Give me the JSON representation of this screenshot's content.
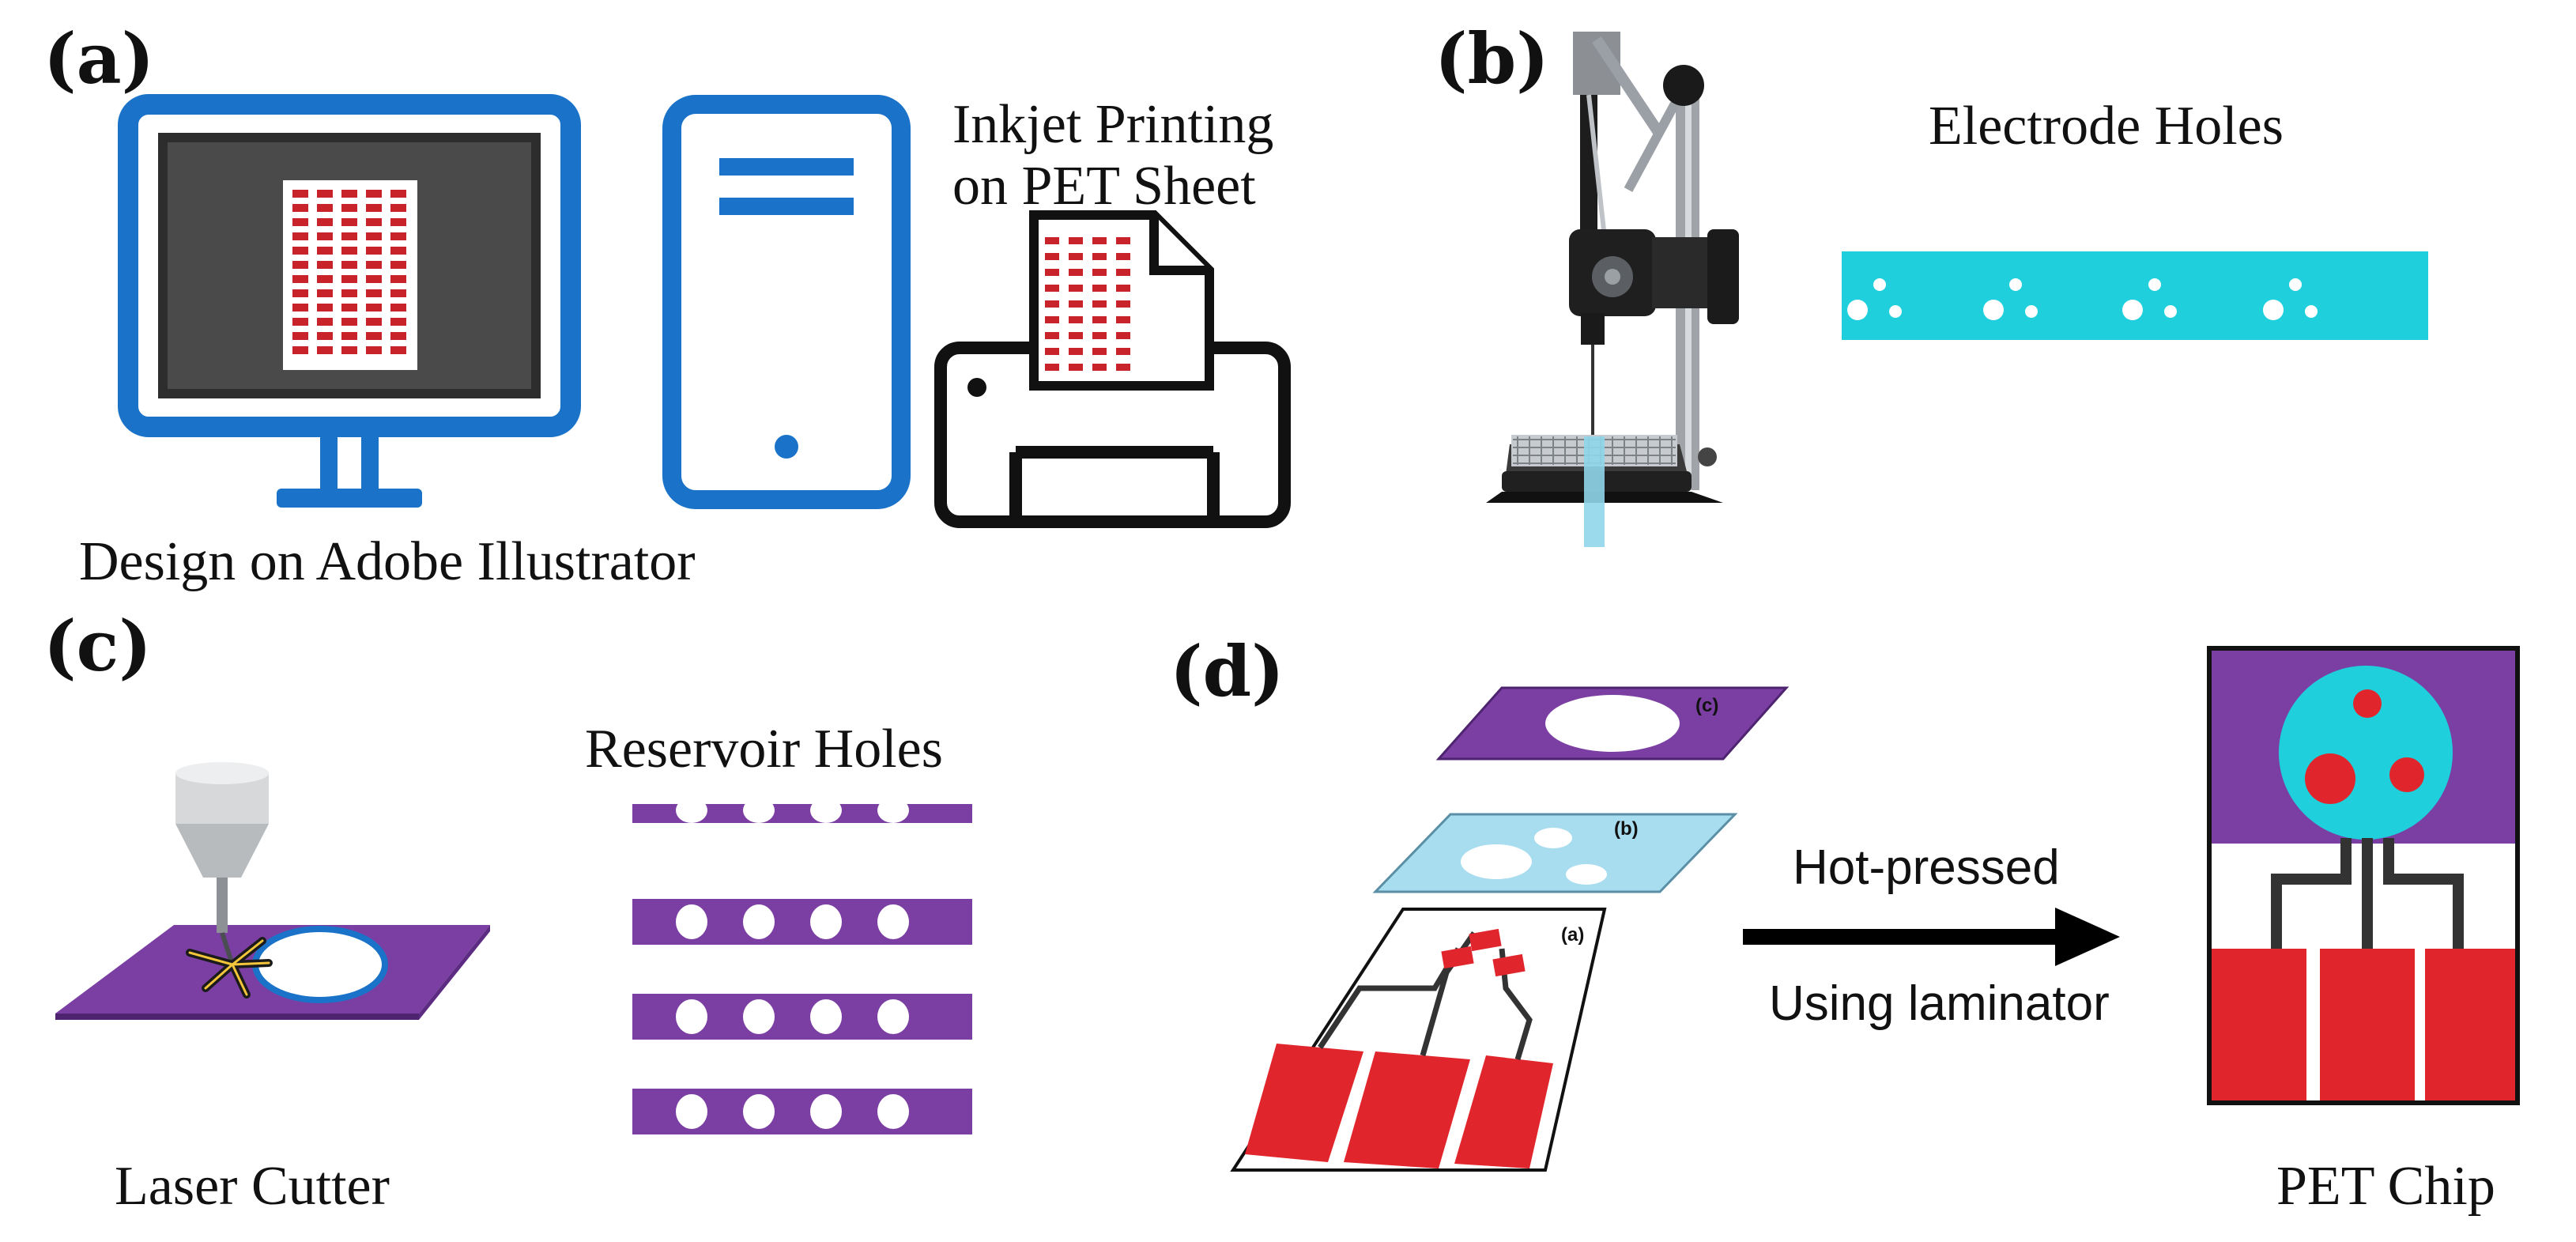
{
  "panels": {
    "a": {
      "label": "(a)",
      "caption_design": "Design on Adobe Illustrator",
      "caption_print_line1": "Inkjet Printing",
      "caption_print_line2": "on PET Sheet"
    },
    "b": {
      "label": "(b)",
      "caption": "Electrode Holes"
    },
    "c": {
      "label": "(c)",
      "caption_cutter": "Laser Cutter",
      "caption_holes": "Reservoir Holes"
    },
    "d": {
      "label": "(d)",
      "layer_c": "(c)",
      "layer_b": "(b)",
      "layer_a": "(a)",
      "arrow_top": "Hot-pressed",
      "arrow_bottom": "Using laminator",
      "caption": "PET Chip"
    }
  },
  "colors": {
    "monitor_blue": "#1a73c8",
    "electrode_cyan": "#1fd0dc",
    "purple": "#7b3fa3",
    "light_blue": "#a8dcef",
    "red": "#e0262c"
  }
}
